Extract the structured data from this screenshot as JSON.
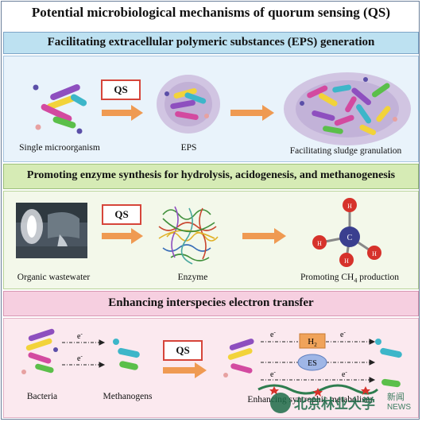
{
  "title": "Potential microbiological mechanisms of quorum sensing (QS)",
  "sections": [
    {
      "title": "Facilitating extracellular polymeric substances (EPS) generation",
      "qs_label": "QS",
      "labels": [
        "Single microorganism",
        "EPS",
        "Facilitating sludge granulation"
      ]
    },
    {
      "title": "Promoting enzyme synthesis for hydrolysis, acidogenesis, and methanogenesis",
      "qs_label": "QS",
      "labels": [
        "Organic wastewater",
        "Enzyme",
        "Promoting CH",
        "4",
        " production"
      ],
      "molecule": {
        "center": "C",
        "atom": "H"
      }
    },
    {
      "title": "Enhancing interspecies electron transfer",
      "qs_label": "QS",
      "labels": [
        "Bacteria",
        "Methanogens",
        "Enhancing syntrophic metabolism"
      ],
      "electron": "e",
      "electron_sup": "-",
      "carriers": {
        "h2": "H",
        "h2_sub": "2",
        "es": "ES"
      }
    }
  ],
  "watermark": {
    "text": "北京林业大学",
    "news": "新闻",
    "news_en": "NEWS"
  },
  "colors": {
    "band1_title_bg": "#bde1f1",
    "band2_title_bg": "#d6ebb5",
    "band3_title_bg": "#f6cfe0",
    "band1_bg": "#e9f3fb",
    "band2_bg": "#f3f8ea",
    "band3_bg": "#fbe9ef",
    "arrow": "#ef9a52",
    "qs_border": "#d6453a"
  }
}
